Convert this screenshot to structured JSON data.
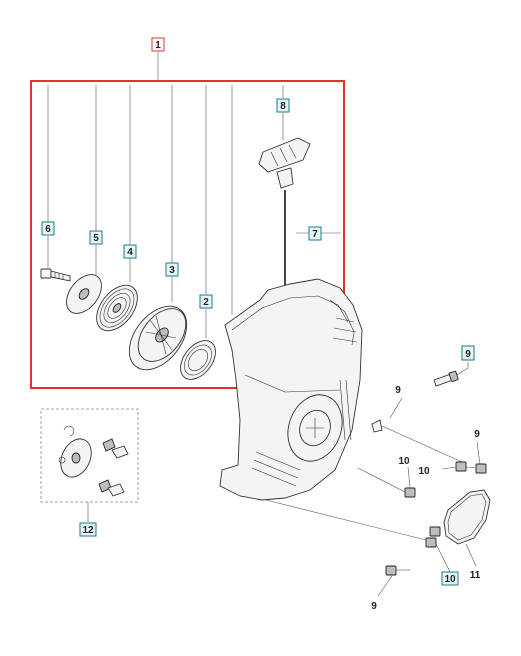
{
  "highlight_color": "#e8302a",
  "callout_border_color": "#1a7a8a",
  "callout_fill_color": "#e6f6f8",
  "callouts": {
    "c1": "1",
    "c2": "2",
    "c3": "3",
    "c4": "4",
    "c5": "5",
    "c6": "6",
    "c7": "7",
    "c8": "8",
    "c9a": "9",
    "c12": "12",
    "c10c": "10"
  },
  "labels": {
    "l9b": "9",
    "l9c": "9",
    "l9d": "9",
    "l10a": "10",
    "l10b": "10",
    "l11": "11"
  }
}
